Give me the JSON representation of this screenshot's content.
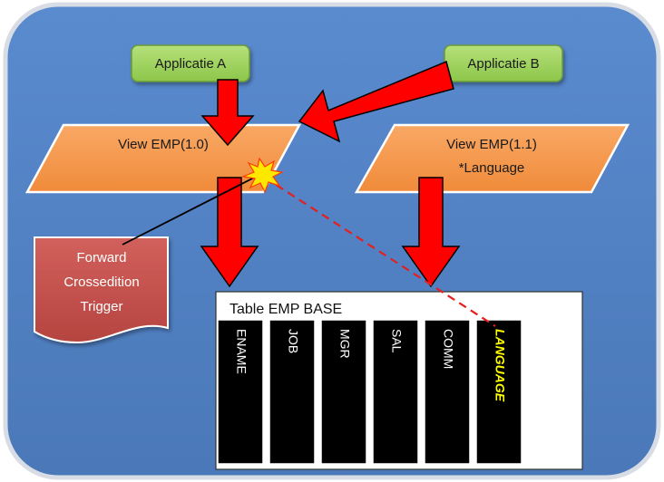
{
  "apps": {
    "a": "Applicatie A",
    "b": "Applicatie B"
  },
  "views": {
    "v10": {
      "line1": "View  EMP(1.0)"
    },
    "v11": {
      "line1": "View  EMP(1.1)",
      "line2": "*Language"
    }
  },
  "trigger": {
    "line1": "Forward",
    "line2": "Crossedition",
    "line3": "Trigger"
  },
  "table": {
    "title": "Table EMP  BASE",
    "columns": [
      "ENAME",
      "JOB",
      "MGR",
      "SAL",
      "COMM",
      "LANGUAGE"
    ]
  },
  "colors": {
    "background": "#4f81bd",
    "app_box": "#92d050",
    "view": "#f79646",
    "arrow": "#ff0000",
    "trigger_doc": "#c0504d",
    "column": "#000000",
    "highlight_text": "#ffff00"
  }
}
